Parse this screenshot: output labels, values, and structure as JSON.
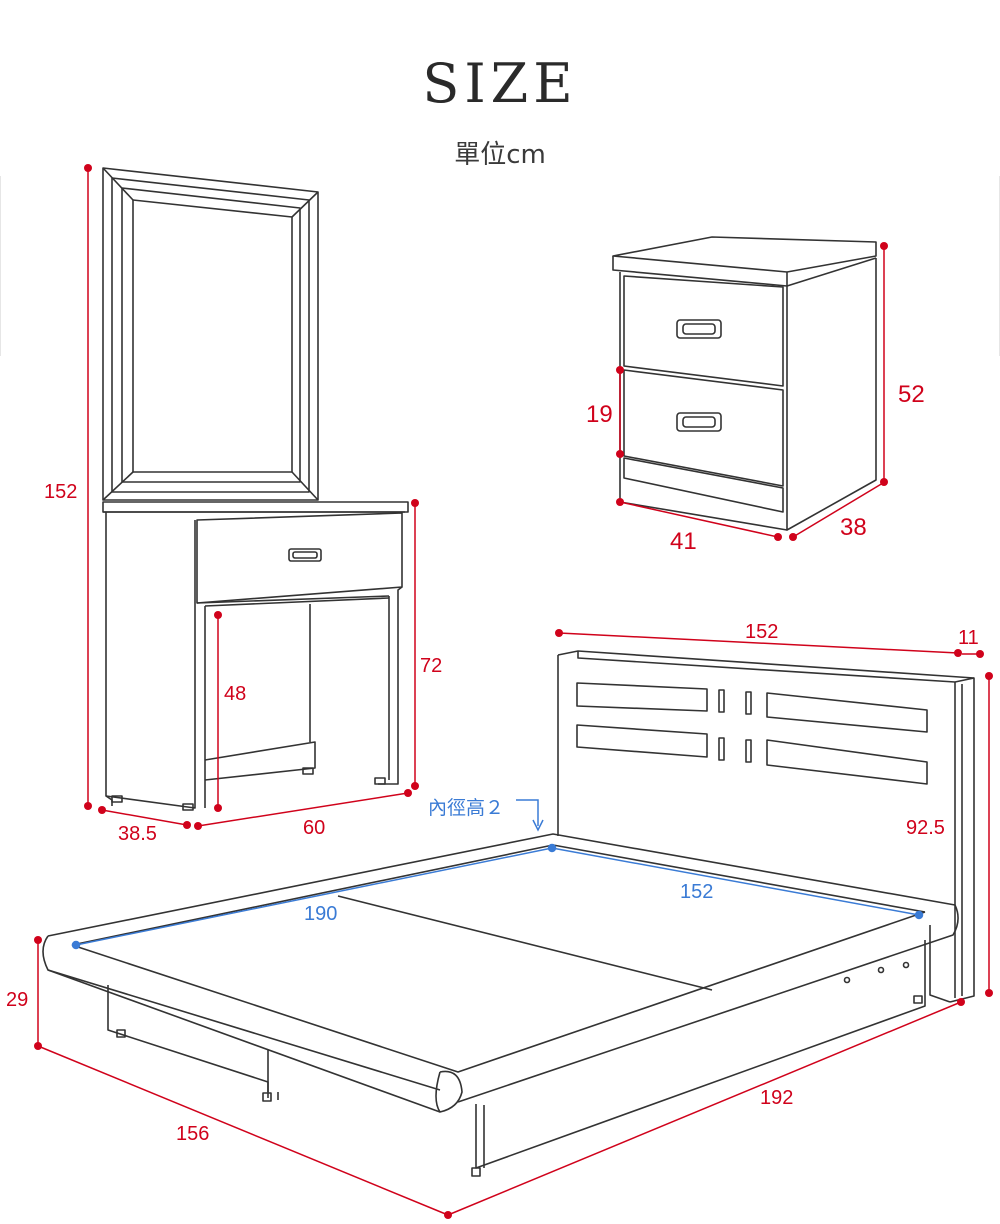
{
  "title": "SIZE",
  "unit_label": "單位cm",
  "colors": {
    "dimension": "#d0021b",
    "inner": "#3a7bd5",
    "outline": "#333333"
  },
  "vanity": {
    "total_height": "152",
    "table_height": "72",
    "knee_clearance": "48",
    "depth": "38.5",
    "width": "60"
  },
  "nightstand": {
    "height": "52",
    "drawer_height": "19",
    "width": "41",
    "depth": "38"
  },
  "bed": {
    "headboard_width": "152",
    "headboard_depth": "11",
    "headboard_height": "92.5",
    "inner_height_label": "內徑高２",
    "inner_length": "190",
    "inner_width": "152",
    "frame_height": "29",
    "outer_width": "156",
    "outer_length": "192"
  }
}
